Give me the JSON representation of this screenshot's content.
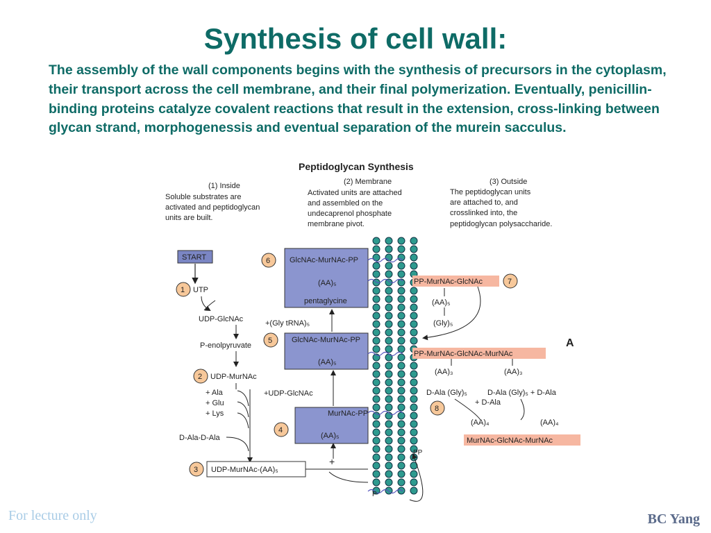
{
  "slide": {
    "title": "Synthesis of cell wall:",
    "paragraph": "The assembly of the wall components begins with the synthesis of precursors in the cytoplasm, their transport across the cell membrane, and their final polymerization. Eventually, penicillin-binding proteins catalyze covalent reactions that result in the extension, cross-linking between glycan strand, morphogenessis and eventual separation of the murein sacculus.",
    "footer_left": "For lecture only",
    "footer_right": "BC Yang"
  },
  "diagram": {
    "heading": "Peptidoglycan Synthesis",
    "col1": [
      "(1) Inside",
      "Soluble substrates are",
      "activated and peptidoglycan",
      "units are built."
    ],
    "col2": [
      "(2) Membrane",
      "Activated units are attached",
      "and assembled on the",
      "undecaprenol phosphate",
      "membrane pivot."
    ],
    "col3": [
      "(3) Outside",
      "The peptidoglycan units",
      "are attached to, and",
      "crosslinked into, the",
      "peptidoglycan polysaccharide."
    ],
    "start": "START",
    "steps": [
      "1",
      "2",
      "3",
      "4",
      "5",
      "6",
      "7",
      "8"
    ],
    "utp": "UTP",
    "udp_glcnac": "UDP-GlcNAc",
    "p_enolpyruvate": "P-enolpyruvate",
    "udp_murnac": "UDP-MurNAc",
    "plus_ala": "+ Ala",
    "plus_glu": "+ Glu",
    "plus_lys": "+ Lys",
    "d_ala_d_ala": "D-Ala-D-Ala",
    "udp_murnac_aa": "UDP-MurNAc-(AA)₅",
    "plus_udp_glcnac": "+UDP-GlcNAc",
    "plus_gly_trna": "+(Gly tRNA)₅",
    "box6_line1": "GlcNAc-MurNAc-PP",
    "box6_line2": "(AA)₅",
    "box6_line3": "pentaglycine",
    "box5_line1": "GlcNAc-MurNAc-PP",
    "box5_line2": "(AA)₅",
    "box4_line1": "MurNAc-PP",
    "box4_line2": "(AA)₅",
    "plus": "+",
    "p": "P",
    "pp": "PP",
    "step7_label": "PP-MurNAc-GlcNAc",
    "aa5": "(AA)₅",
    "gly5": "(Gly)₅",
    "chain_label": "PP-MurNAc-GlcNAc-MurNAc",
    "a_label": "A",
    "aa3_left": "(AA)₃",
    "aa3_right": "(AA)₃",
    "dala_gly_left": "D-Ala (Gly)₅",
    "dala_gly_right": "D-Ala (Gly)₅ + D-Ala",
    "plus_dala": "+ D-Ala",
    "aa4_left": "(AA)₄",
    "aa4_right": "(AA)₄",
    "final_chain": "MurNAc-GlcNAc-MurNAc"
  }
}
